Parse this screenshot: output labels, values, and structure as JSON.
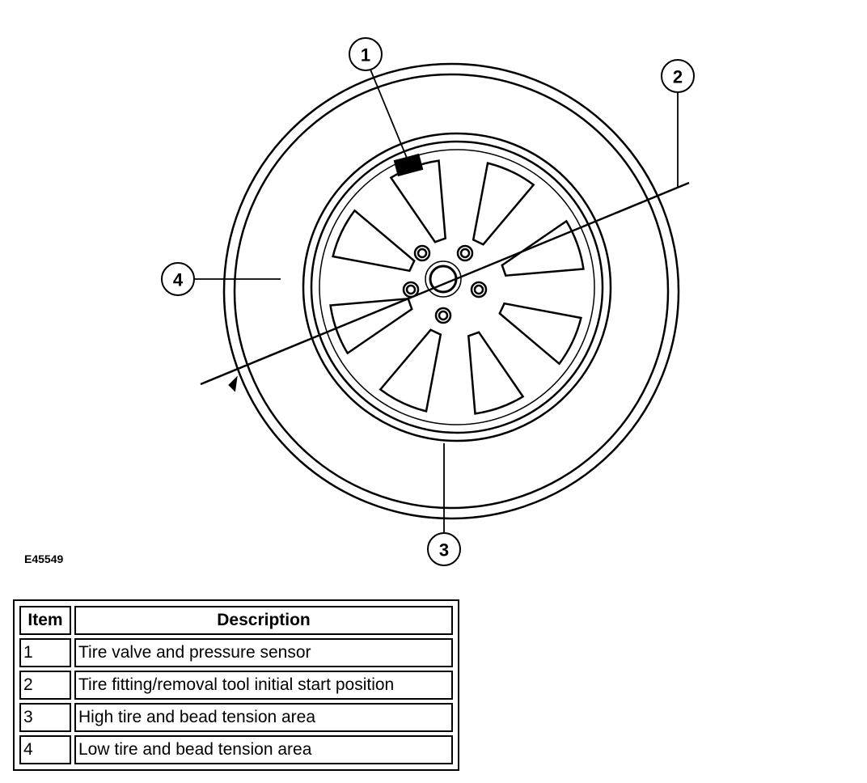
{
  "figure": {
    "id": "E45549",
    "callouts": [
      "1",
      "2",
      "3",
      "4"
    ]
  },
  "legend": {
    "headers": {
      "item": "Item",
      "description": "Description"
    },
    "rows": [
      {
        "item": "1",
        "description": "Tire valve and pressure sensor"
      },
      {
        "item": "2",
        "description": "Tire fitting/removal tool initial start position"
      },
      {
        "item": "3",
        "description": "High tire and bead tension area"
      },
      {
        "item": "4",
        "description": "Low tire and bead tension area"
      }
    ]
  }
}
